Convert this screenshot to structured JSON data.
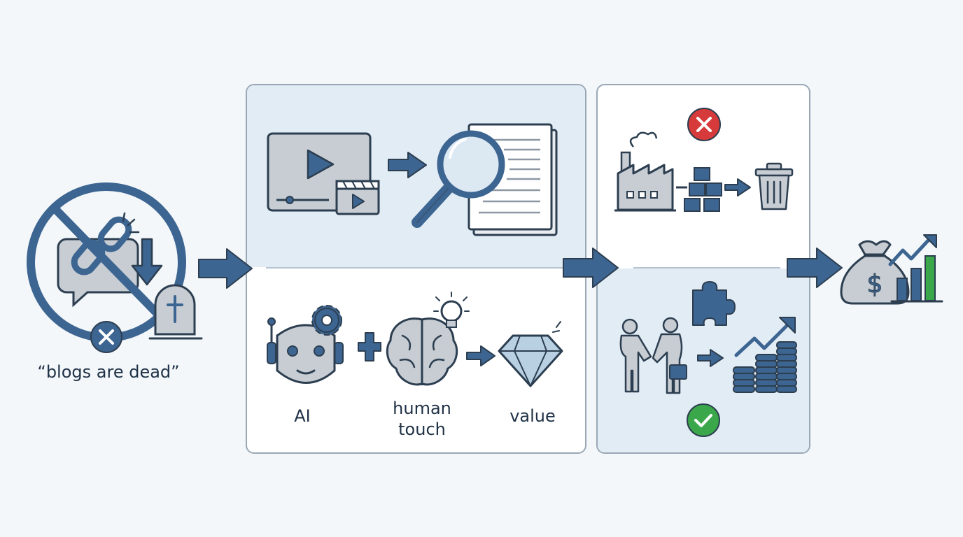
{
  "left": {
    "caption": "“blogs are dead”"
  },
  "middle": {
    "labels": {
      "ai": "AI",
      "human_line1": "human",
      "human_line2": "touch",
      "value": "value"
    }
  },
  "colors": {
    "navy": "#3d6591",
    "outline": "#2c3e50",
    "grey_fill": "#c7cdd3",
    "panel_tint": "#e2ecf5",
    "red": "#d63a3a",
    "green": "#3aa84a"
  },
  "icons": [
    "prohibited-sign-icon",
    "broken-link-icon",
    "chat-bubble-icon",
    "down-arrow-icon",
    "tombstone-icon",
    "video-player-icon",
    "clapperboard-icon",
    "magnifier-icon",
    "documents-icon",
    "robot-icon",
    "gear-icon",
    "plus-icon",
    "brain-icon",
    "lightbulb-icon",
    "diamond-icon",
    "factory-icon",
    "boxes-icon",
    "trash-can-icon",
    "reject-icon",
    "handshake-icon",
    "puzzle-icon",
    "coins-growth-icon",
    "approve-icon",
    "money-bag-icon",
    "bar-chart-growth-icon"
  ]
}
